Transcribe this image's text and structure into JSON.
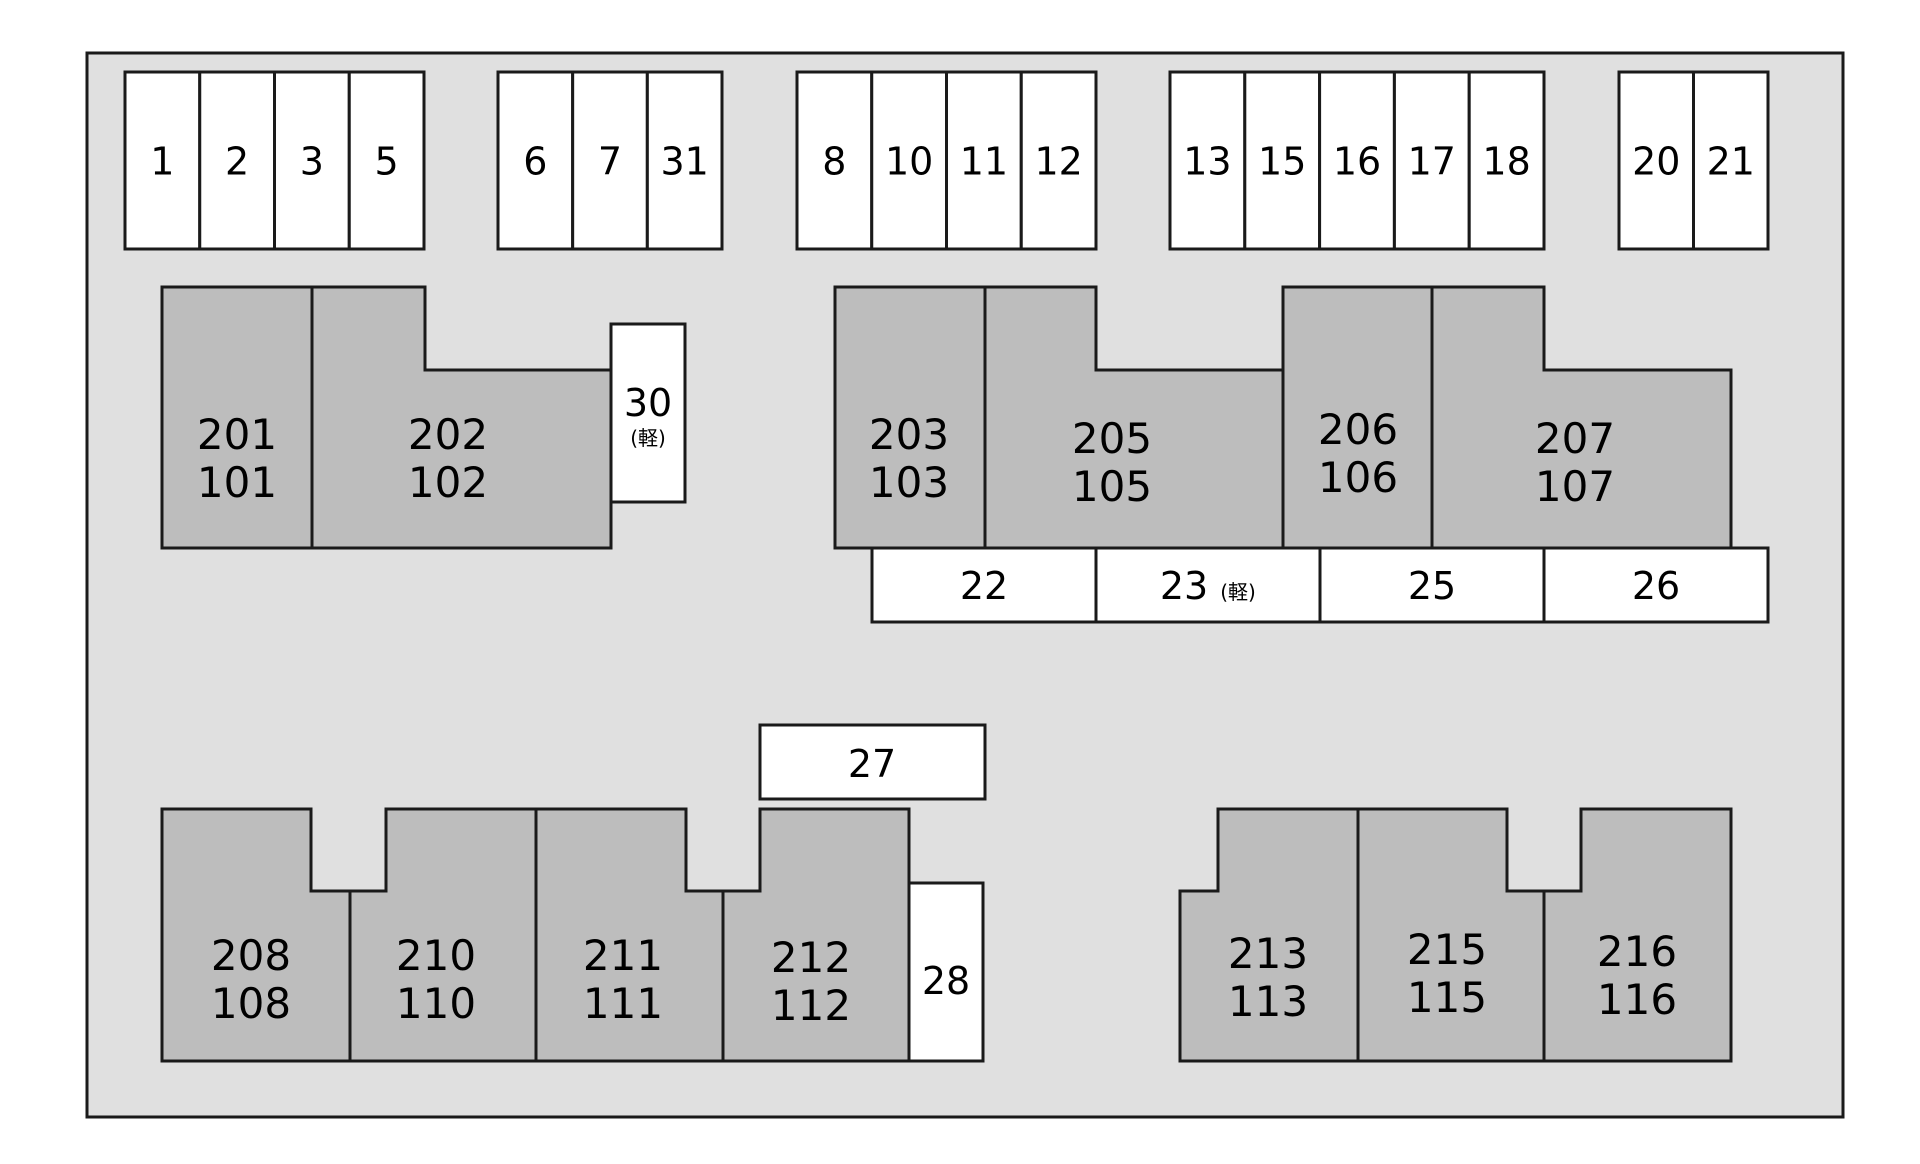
{
  "site": {
    "ground_color": "#e0e0e0",
    "unit_color": "#bdbdbd",
    "space_color": "#ffffff",
    "line_color": "#1a1a1a"
  },
  "parking_rows": [
    {
      "spaces": [
        "1",
        "2",
        "3",
        "5"
      ]
    },
    {
      "spaces": [
        "6",
        "7",
        "31"
      ]
    },
    {
      "spaces": [
        "8",
        "10",
        "11",
        "12"
      ]
    },
    {
      "spaces": [
        "13",
        "15",
        "16",
        "17",
        "18"
      ]
    },
    {
      "spaces": [
        "20",
        "21"
      ]
    }
  ],
  "upper_units": [
    {
      "upper": "201",
      "lower": "101"
    },
    {
      "upper": "202",
      "lower": "102"
    },
    {
      "upper": "203",
      "lower": "103"
    },
    {
      "upper": "205",
      "lower": "105"
    },
    {
      "upper": "206",
      "lower": "106"
    },
    {
      "upper": "207",
      "lower": "107"
    }
  ],
  "lower_units": [
    {
      "upper": "208",
      "lower": "108"
    },
    {
      "upper": "210",
      "lower": "110"
    },
    {
      "upper": "211",
      "lower": "111"
    },
    {
      "upper": "212",
      "lower": "112"
    },
    {
      "upper": "213",
      "lower": "113"
    },
    {
      "upper": "215",
      "lower": "115"
    },
    {
      "upper": "216",
      "lower": "116"
    }
  ],
  "kei_marker": "(軽)",
  "space_30": {
    "number": "30",
    "note": "(軽)"
  },
  "strip_spaces": [
    {
      "number": "22",
      "note": ""
    },
    {
      "number": "23",
      "note": "(軽)"
    },
    {
      "number": "25",
      "note": ""
    },
    {
      "number": "26",
      "note": ""
    }
  ],
  "space_27": "27",
  "space_28": "28"
}
